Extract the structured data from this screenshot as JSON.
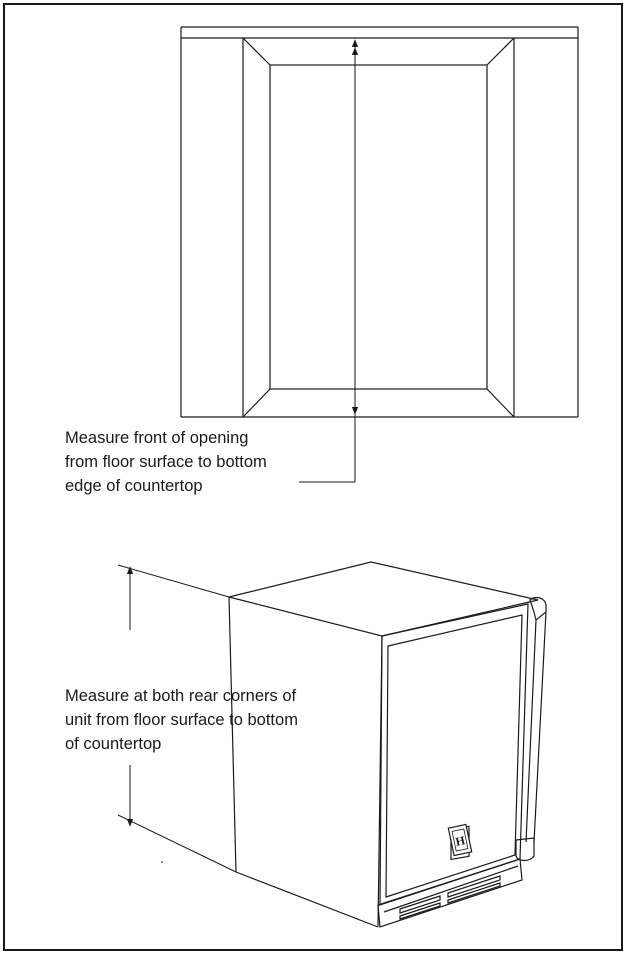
{
  "annotations": {
    "opening": {
      "lines": [
        "Measure front of opening",
        "from floor surface to bottom",
        "edge of countertop"
      ]
    },
    "unit": {
      "lines": [
        "Measure at both rear corners of",
        "unit from floor surface to bottom",
        "of countertop"
      ]
    }
  },
  "logo_mark": "H"
}
